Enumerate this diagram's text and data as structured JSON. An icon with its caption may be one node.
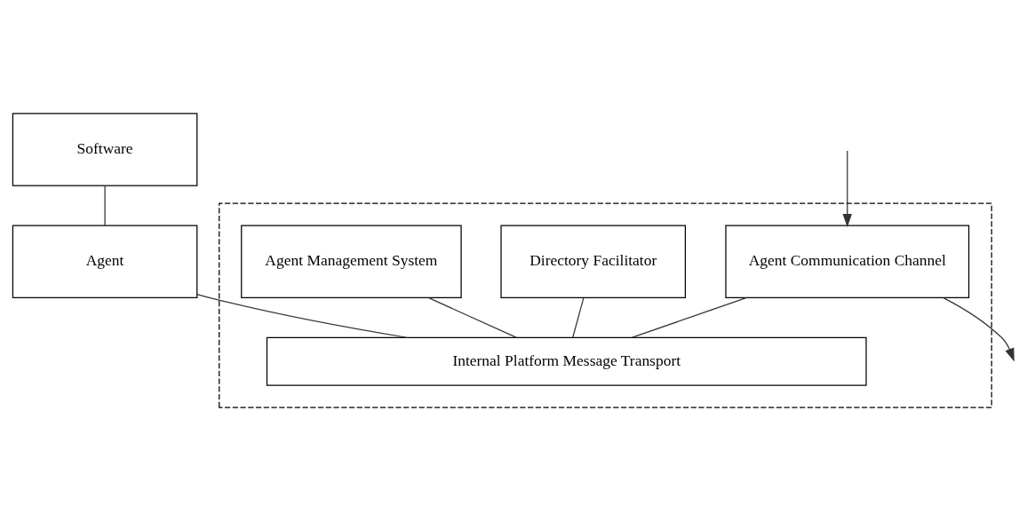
{
  "diagram": {
    "nodes": [
      {
        "text": [
          "Software"
        ]
      },
      {
        "text": [
          "Agent"
        ]
      },
      {
        "text": [],
        "shape": "box"
      },
      {
        "text": [
          "Directory Facilitator"
        ],
        "in": 2
      },
      {
        "text": [
          "Agent Management System"
        ],
        "in": 2
      },
      {
        "text": [
          "Agent Communication Channel"
        ],
        "in": 2
      },
      {
        "text": [
          "Internal Platform Message Transport"
        ],
        "in": 2
      }
    ],
    "edges": [
      {
        "from": 0,
        "to": 1,
        "arrow": "none"
      },
      {
        "from": 1,
        "to": 6,
        "arrow": "none"
      },
      {
        "from": 3,
        "to": 6,
        "arrow": "none"
      },
      {
        "from": 4,
        "to": 6,
        "arrow": "none"
      },
      {
        "from": 5,
        "to": 6,
        "arrow": "none"
      },
      {
        "from": 5,
        "to": null,
        "arrow": "to"
      },
      {
        "from": null,
        "to": 5,
        "arrow": "to"
      }
    ]
  }
}
